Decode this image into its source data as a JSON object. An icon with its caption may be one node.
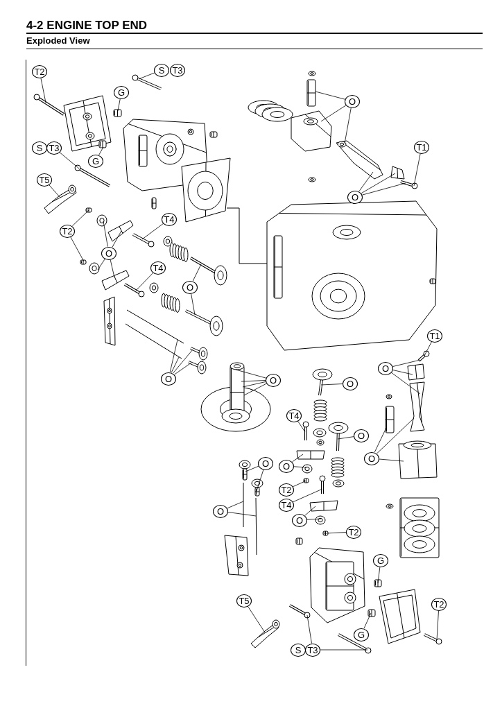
{
  "diagram": {
    "title": "4-2 ENGINE TOP END",
    "nodes": [
      {
        "text": [
          "T2"
        ]
      },
      {
        "text": [
          "S"
        ]
      },
      {
        "text": [
          "T3"
        ]
      },
      {
        "text": [
          "G"
        ]
      },
      {
        "text": [
          "S"
        ]
      },
      {
        "text": [
          "T3"
        ]
      },
      {
        "text": [
          "G"
        ]
      },
      {
        "text": [
          "T5"
        ]
      },
      {
        "text": [
          "T2"
        ]
      },
      {
        "text": [
          "O"
        ]
      },
      {
        "text": [
          "T4"
        ]
      },
      {
        "text": [
          "T4"
        ]
      },
      {
        "text": [
          "O"
        ]
      },
      {
        "text": [
          "O"
        ]
      },
      {
        "text": [
          "O"
        ]
      },
      {
        "text": [
          "T1"
        ]
      },
      {
        "text": [
          "O"
        ]
      },
      {
        "text": [
          "O"
        ]
      },
      {
        "text": [
          "O"
        ]
      },
      {
        "text": [
          "T1"
        ]
      },
      {
        "text": [
          "O"
        ]
      },
      {
        "text": [
          "T4"
        ]
      },
      {
        "text": [
          "O"
        ]
      },
      {
        "text": [
          "O"
        ]
      },
      {
        "text": [
          "O"
        ]
      },
      {
        "text": [
          "O"
        ]
      },
      {
        "text": [
          "T2"
        ]
      },
      {
        "text": [
          "T4"
        ]
      },
      {
        "text": [
          "O"
        ]
      },
      {
        "text": [
          "O"
        ]
      },
      {
        "text": [
          "T2"
        ]
      },
      {
        "text": [
          "G"
        ]
      },
      {
        "text": [
          "T5"
        ]
      },
      {
        "text": [
          "T2"
        ]
      },
      {
        "text": [
          "G"
        ]
      },
      {
        "text": [
          "S"
        ]
      },
      {
        "text": [
          "T3"
        ]
      },
      {
        "text": [],
        "shape": "picture"
      },
      {
        "text": [],
        "shape": "picture"
      },
      {
        "text": [],
        "shape": "picture"
      },
      {
        "text": [],
        "shape": "picture"
      },
      {
        "text": [],
        "shape": "picture"
      },
      {
        "text": [],
        "shape": "picture"
      },
      {
        "text": [],
        "shape": "picture"
      },
      {
        "text": [],
        "shape": "picture"
      },
      {
        "text": [],
        "shape": "picture"
      },
      {
        "text": [],
        "shape": "picture"
      },
      {
        "text": [],
        "shape": "picture"
      },
      {
        "text": [],
        "shape": "picture"
      },
      {
        "text": [],
        "shape": "picture"
      },
      {
        "text": [],
        "shape": "picture"
      },
      {
        "text": [],
        "shape": "picture"
      },
      {
        "text": [],
        "shape": "picture"
      },
      {
        "text": [],
        "shape": "picture"
      },
      {
        "text": [],
        "shape": "picture"
      },
      {
        "text": [],
        "shape": "picture"
      },
      {
        "text": [],
        "shape": "picture"
      },
      {
        "text": [],
        "shape": "picture"
      },
      {
        "text": [],
        "shape": "picture"
      },
      {
        "text": [],
        "shape": "picture"
      },
      {
        "text": [],
        "shape": "picture"
      },
      {
        "text": [],
        "shape": "picture"
      },
      {
        "text": [],
        "shape": "picture"
      },
      {
        "text": [],
        "shape": "picture"
      },
      {
        "text": [],
        "shape": "picture"
      },
      {
        "text": [],
        "shape": "picture"
      },
      {
        "text": [],
        "shape": "picture"
      },
      {
        "text": [],
        "shape": "picture"
      },
      {
        "text": [],
        "shape": "picture"
      },
      {
        "text": [],
        "shape": "picture"
      },
      {
        "text": [],
        "shape": "picture"
      },
      {
        "text": [],
        "shape": "picture"
      },
      {
        "text": [],
        "shape": "picture"
      },
      {
        "text": [],
        "shape": "picture"
      },
      {
        "text": [],
        "shape": "picture"
      },
      {
        "text": [],
        "shape": "picture"
      },
      {
        "text": [],
        "shape": "picture"
      },
      {
        "text": [],
        "shape": "picture"
      },
      {
        "text": [],
        "shape": "picture"
      },
      {
        "text": [],
        "shape": "picture"
      },
      {
        "text": [],
        "shape": "picture"
      },
      {
        "text": [],
        "shape": "picture"
      },
      {
        "text": [],
        "shape": "picture"
      },
      {
        "text": [],
        "shape": "picture"
      },
      {
        "text": [],
        "shape": "picture"
      },
      {
        "text": [],
        "shape": "picture"
      },
      {
        "text": [],
        "shape": "picture"
      },
      {
        "text": [],
        "shape": "picture"
      }
    ],
    "edges": [
      {
        "from": 0,
        "to": 37,
        "arrow": "none"
      },
      {
        "from": 1,
        "to": 38,
        "arrow": "none"
      },
      {
        "from": 3,
        "to": 39,
        "arrow": "none"
      },
      {
        "from": 5,
        "to": 40,
        "arrow": "none"
      },
      {
        "from": 6,
        "to": 41,
        "arrow": "none"
      },
      {
        "from": 7,
        "to": 42,
        "arrow": "none"
      },
      {
        "from": 8,
        "to": 43,
        "arrow": "none"
      },
      {
        "from": 8,
        "to": 44,
        "arrow": "none"
      },
      {
        "from": 9,
        "to": 45,
        "arrow": "none"
      },
      {
        "from": 9,
        "to": 46,
        "arrow": "none"
      },
      {
        "from": 9,
        "to": 47,
        "arrow": "none"
      },
      {
        "from": 9,
        "to": 48,
        "arrow": "none"
      },
      {
        "from": 10,
        "to": 49,
        "arrow": "none"
      },
      {
        "from": 11,
        "to": 50,
        "arrow": "none"
      },
      {
        "from": 12,
        "to": 51,
        "arrow": "none"
      },
      {
        "from": 12,
        "to": 52,
        "arrow": "none"
      },
      {
        "from": 13,
        "to": 53,
        "arrow": "none"
      },
      {
        "from": 13,
        "to": 54,
        "arrow": "none"
      },
      {
        "from": 13,
        "to": 55,
        "arrow": "none"
      },
      {
        "from": 13,
        "to": 56,
        "arrow": "none"
      },
      {
        "from": 14,
        "to": 57,
        "arrow": "none"
      },
      {
        "from": 14,
        "to": 58,
        "arrow": "none"
      },
      {
        "from": 14,
        "to": 59,
        "arrow": "none"
      },
      {
        "from": 15,
        "to": 60,
        "arrow": "none"
      },
      {
        "from": 16,
        "to": 59,
        "arrow": "none"
      },
      {
        "from": 16,
        "to": 61,
        "arrow": "none"
      },
      {
        "from": 16,
        "to": 60,
        "arrow": "none"
      },
      {
        "from": 17,
        "to": 62,
        "arrow": "none"
      },
      {
        "from": 17,
        "to": 62,
        "arrow": "none"
      },
      {
        "from": 17,
        "to": 62,
        "arrow": "none"
      },
      {
        "from": 17,
        "to": 62,
        "arrow": "none"
      },
      {
        "from": 18,
        "to": 63,
        "arrow": "none"
      },
      {
        "from": 19,
        "to": 64,
        "arrow": "none"
      },
      {
        "from": 20,
        "to": 64,
        "arrow": "none"
      },
      {
        "from": 20,
        "to": 65,
        "arrow": "none"
      },
      {
        "from": 20,
        "to": 66,
        "arrow": "none"
      },
      {
        "from": 21,
        "to": 67,
        "arrow": "none"
      },
      {
        "from": 22,
        "to": 68,
        "arrow": "none"
      },
      {
        "from": 23,
        "to": 69,
        "arrow": "none"
      },
      {
        "from": 23,
        "to": 66,
        "arrow": "none"
      },
      {
        "from": 23,
        "to": 70,
        "arrow": "none"
      },
      {
        "from": 24,
        "to": 71,
        "arrow": "none"
      },
      {
        "from": 24,
        "to": 72,
        "arrow": "none"
      },
      {
        "from": 25,
        "to": 73,
        "arrow": "none"
      },
      {
        "from": 25,
        "to": 74,
        "arrow": "none"
      },
      {
        "from": 26,
        "to": 75,
        "arrow": "none"
      },
      {
        "from": 27,
        "to": 76,
        "arrow": "none"
      },
      {
        "from": 28,
        "to": 77,
        "arrow": "none"
      },
      {
        "from": 28,
        "to": 78,
        "arrow": "none"
      },
      {
        "from": 29,
        "to": 79,
        "arrow": "none"
      },
      {
        "from": 29,
        "to": 80,
        "arrow": "none"
      },
      {
        "from": 30,
        "to": 81,
        "arrow": "none"
      },
      {
        "from": 31,
        "to": 82,
        "arrow": "none"
      },
      {
        "from": 32,
        "to": 83,
        "arrow": "none"
      },
      {
        "from": 33,
        "to": 84,
        "arrow": "none"
      },
      {
        "from": 34,
        "to": 85,
        "arrow": "none"
      },
      {
        "from": 36,
        "to": 86,
        "arrow": "none"
      },
      {
        "from": 36,
        "to": 87,
        "arrow": "none"
      }
    ],
    "labels": [
      "Exploded View"
    ]
  }
}
